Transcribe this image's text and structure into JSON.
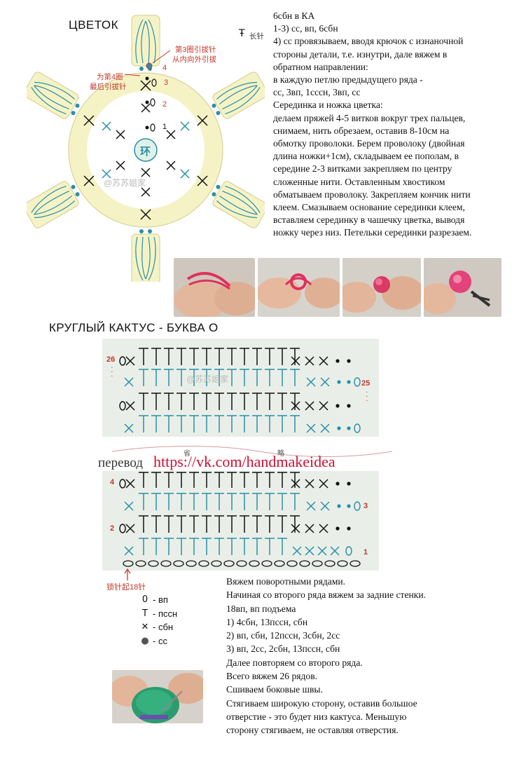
{
  "flower": {
    "title": "ЦВЕТОК",
    "note_round3": "第3圈引拔针",
    "note_round3b": "从内向外引拔",
    "note_round4": "为第4圈",
    "note_round4b": "最后引拔针",
    "long_stitch_note": "长针",
    "center_char": "环",
    "watermark": "@苏苏姐家",
    "round_numbers": [
      "4",
      "3",
      "2",
      "1"
    ]
  },
  "flower_text": [
    "6сбн в КА",
    "1-3) сс, вп, 6сбн",
    "4) сс провязываем, вводя крючок с изнаночной",
    "стороны детали, т.е. изнутри, дале вяжем в",
    "обратном направлении:",
    "в каждую петлю предыдущего ряда -",
    "сс, 3вп, 1сссн, 3вп, сс",
    "Серединка и ножка цветка:",
    "делаем пряжей 4-5 витков вокруг трех пальцев,",
    "снимаем, нить обрезаем, оставив 8-10см на",
    "обмотку проволоки. Берем проволоку (двойная",
    "длина ножки+1см), складываем ее пополам, в",
    "середине 2-3 витками закрепляем по центру",
    "сложенные нити. Оставленным хвостиком",
    "обматываем проволоку. Закрепляем кончик нити",
    "клеем. Смазываем основание серединки клеем,",
    "вставляем серединку в чашечку цветка, выводя",
    "ножку через низ. Петельки серединки разрезаем."
  ],
  "cactus": {
    "title": "КРУГЛЫЙ КАКТУС - БУКВА О",
    "translation_label": "перевод",
    "translation_link": "https://vk.com/handmakeidea",
    "omit_char_1": "省",
    "omit_char_2": "略",
    "row_labels": {
      "r26": "26",
      "r25": "25",
      "r4": "4",
      "r3": "3",
      "r2": "2",
      "r1": "1"
    },
    "chain_note": "锁针起18针",
    "watermark": "@苏苏姐家",
    "legend": [
      {
        "icon": "chain-stitch-icon",
        "symbol": "0",
        "label": "- вп"
      },
      {
        "icon": "half-double-crochet-icon",
        "symbol": "T",
        "label": "- пссн"
      },
      {
        "icon": "single-crochet-icon",
        "symbol": "✕",
        "label": "- сбн"
      },
      {
        "icon": "slip-stitch-icon",
        "symbol": "●",
        "label": "- сс"
      }
    ]
  },
  "cactus_text": [
    "Вяжем поворотными рядами.",
    "Начиная со второго ряда вяжем за задние стенки.",
    "18вп, вп подъема",
    "1) 4сбн, 13пссн, сбн",
    "2) вп, сбн, 12пссн, 3сбн, 2сс",
    "3) вп, 2сс, 2сбн, 13пссн, сбн",
    "Далее повторяем со второго ряда.",
    "Всего вяжем 26 рядов.",
    "Сшиваем боковые швы.",
    "Стягиваем широкую сторону, оставив большое",
    "отверстие - это будет низ кактуса. Меньшую",
    "сторону стягиваем, не оставляя отверстия."
  ],
  "colors": {
    "flower_ring": "#f5f3c6",
    "chart_bg": "#e9efe8",
    "teal": "#2a8fa6",
    "red_label": "#c0392b",
    "link_red": "#cc1133"
  }
}
